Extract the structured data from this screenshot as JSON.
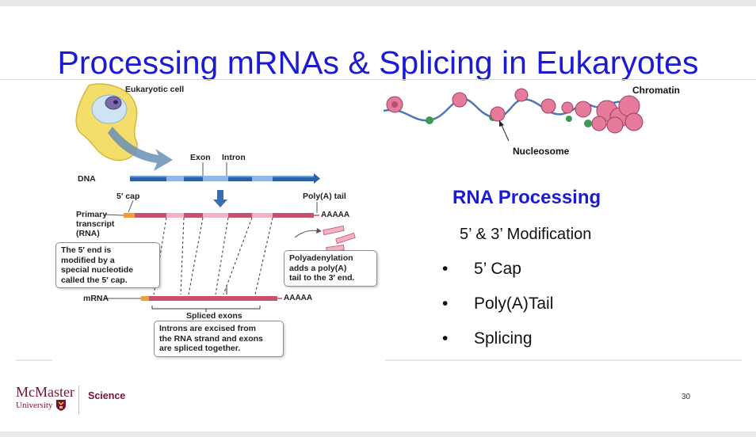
{
  "slide": {
    "title": "Processing mRNAs & Splicing in Eukaryotes",
    "page_number": "30"
  },
  "figure": {
    "eukaryotic_cell": "Eukaryotic cell",
    "exon": "Exon",
    "intron": "Intron",
    "dna": "DNA",
    "five_cap": "5′ cap",
    "polya_tail": "Poly(A) tail",
    "primary_transcript": "Primary\ntranscript\n(RNA)",
    "aaaaa_1": "AAAAA",
    "aaaaa_2": "AAAAA",
    "five_end_note": "The 5′ end is\nmodified by a\nspecial nucleotide\ncalled the 5′ cap.",
    "polyadenylation_note": "Polyadenylation\nadds a poly(A)\ntail to the 3′ end.",
    "mrna": "mRNA",
    "spliced_exons": "Spliced exons",
    "introns_note": "Introns are excised from\nthe RNA strand and exons\nare spliced together."
  },
  "chromatin": {
    "chromatin_label": "Chromatin",
    "nucleosome_label": "Nucleosome"
  },
  "rna_processing": {
    "heading": "RNA Processing",
    "subheading": "5’ & 3’ Modification",
    "bullet_char": "•",
    "items": [
      "5’ Cap",
      "Poly(A)Tail",
      "Splicing"
    ]
  },
  "footer": {
    "logo_line1": "McMaster",
    "logo_line2": "University",
    "department": "Science"
  },
  "colors": {
    "title_blue": "#1b1bd6",
    "brand_maroon": "#7a1230",
    "dna_blue": "#2b5fa8",
    "rna_pink": "#c8526e",
    "cap_orange": "#f0a030"
  }
}
